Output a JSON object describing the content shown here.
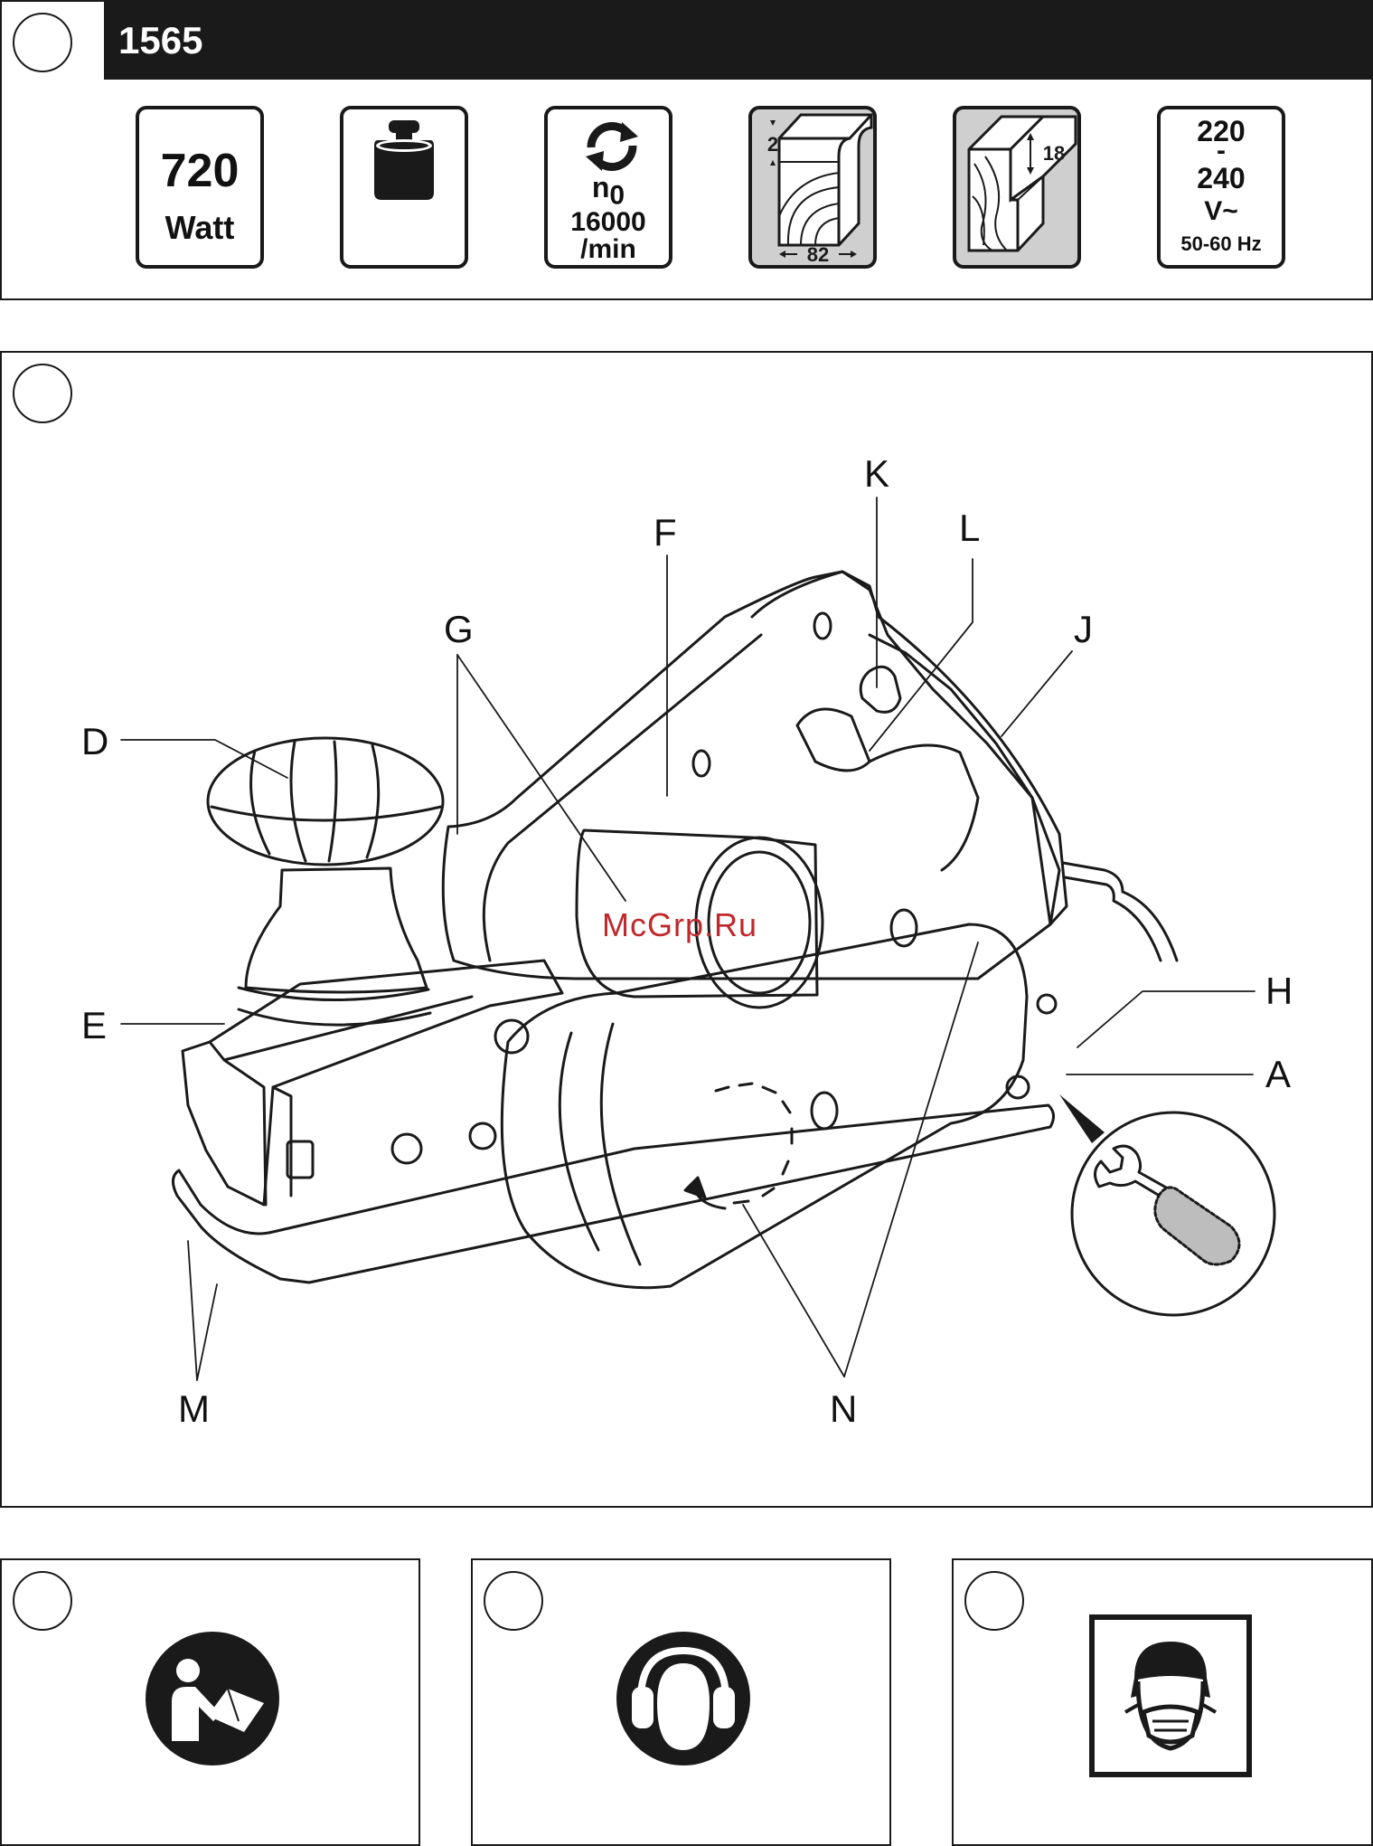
{
  "header": {
    "model": "1565"
  },
  "specs": {
    "power": {
      "value": "720",
      "unit": "Watt",
      "icon": "power-rating"
    },
    "weight": {
      "icon": "weight-icon"
    },
    "speed": {
      "symbol": "n",
      "subscript": "0",
      "value": "16000",
      "unit": "/min",
      "icon": "rotation-icon"
    },
    "planing": {
      "depth": "2",
      "width": "82",
      "icon": "planing-depth-width-icon"
    },
    "rebate": {
      "depth": "18",
      "icon": "rebate-depth-icon"
    },
    "voltage": {
      "min": "220",
      "dash": "-",
      "max": "240",
      "current": "V~",
      "frequency": "50-60 Hz"
    }
  },
  "diagram": {
    "callouts": [
      "K",
      "F",
      "L",
      "G",
      "J",
      "D",
      "E",
      "H",
      "A",
      "M",
      "N"
    ],
    "watermark": "McGrp.Ru"
  },
  "safety_symbols": [
    "read-manual-icon",
    "ear-protection-icon",
    "dust-mask-icon"
  ],
  "colors": {
    "ink": "#1a1a1a",
    "grey_fill": "#cfcfcf",
    "watermark": "#c0282c"
  }
}
